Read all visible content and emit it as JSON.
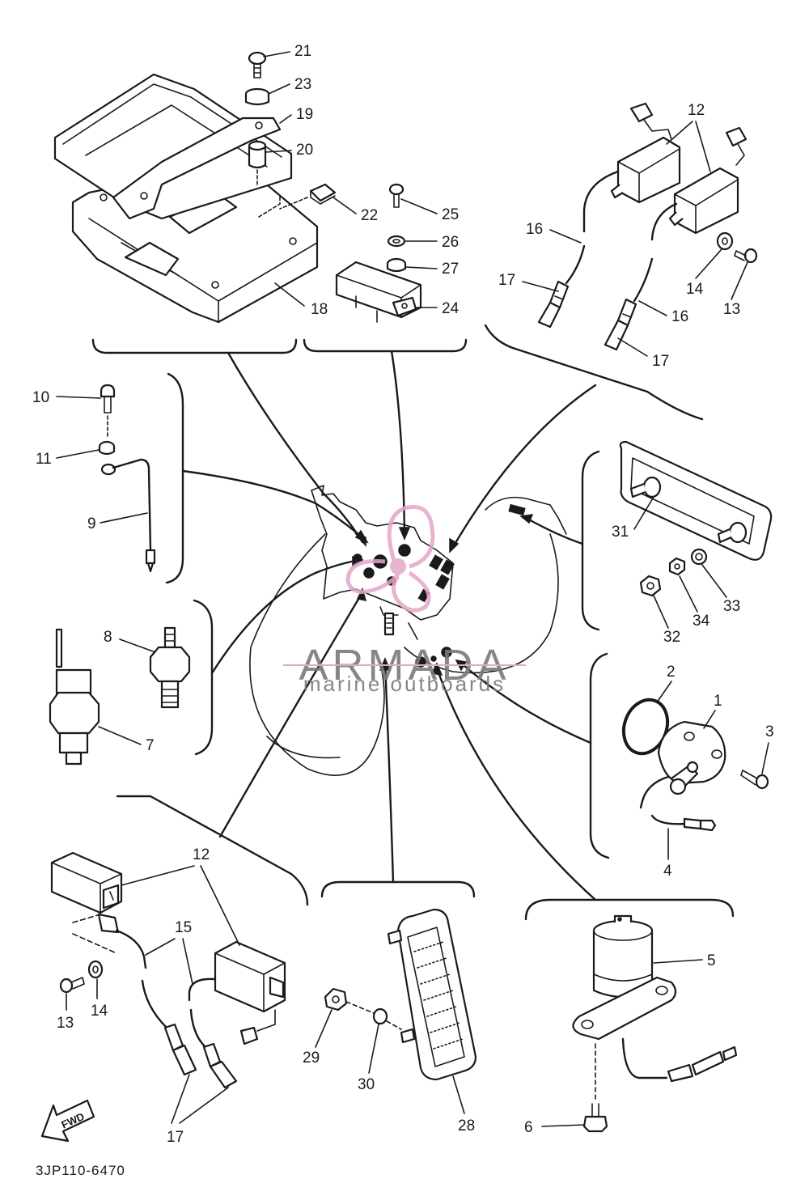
{
  "diagram_code": "3JP110-6470",
  "fwd_label": "FWD",
  "watermark": {
    "brand": "ARMADA",
    "tagline": "marine outboards",
    "brand_color": "#7a7a7a",
    "accent_color": "#e4a6c8"
  },
  "callouts": {
    "c21": "21",
    "c23": "23",
    "c19": "19",
    "c20": "20",
    "c22": "22",
    "c18": "18",
    "c25": "25",
    "c26": "26",
    "c27": "27",
    "c24": "24",
    "c12a": "12",
    "c16a": "16",
    "c17a": "17",
    "c14a": "14",
    "c13a": "13",
    "c16b": "16",
    "c17b": "17",
    "c10": "10",
    "c11": "11",
    "c9": "9",
    "c8": "8",
    "c7": "7",
    "c31": "31",
    "c34": "34",
    "c33": "33",
    "c32": "32",
    "c2": "2",
    "c1": "1",
    "c3": "3",
    "c4": "4",
    "c12b": "12",
    "c15": "15",
    "c13b": "13",
    "c14b": "14",
    "c17c": "17",
    "c29": "29",
    "c30": "30",
    "c28": "28",
    "c5": "5",
    "c6": "6"
  }
}
